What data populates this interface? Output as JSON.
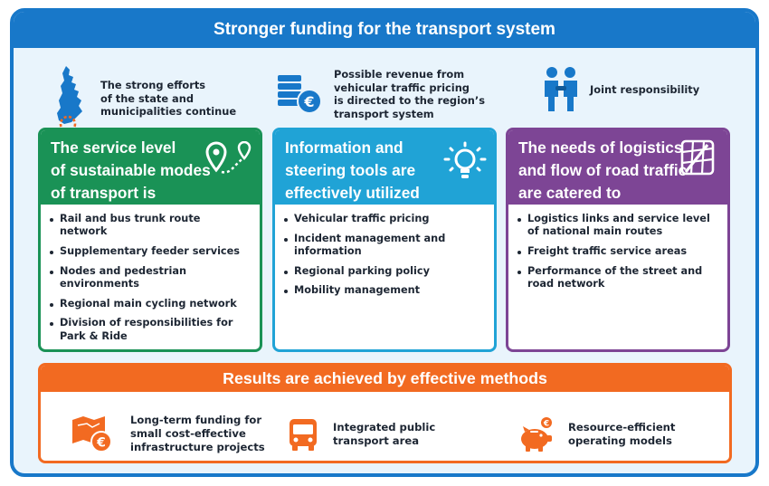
{
  "title": "Stronger funding for the transport system",
  "intro": [
    {
      "icon": "finland-map-icon",
      "lines": [
        "The strong efforts",
        "of the state and",
        "municipalities continue"
      ]
    },
    {
      "icon": "euro-coins-icon",
      "lines": [
        "Possible revenue from",
        "vehicular traffic pricing",
        "is directed to the region’s",
        "transport system"
      ]
    },
    {
      "icon": "handshake-people-icon",
      "lines": [
        "Joint responsibility"
      ]
    }
  ],
  "columns": [
    {
      "title_lines": [
        "The service level",
        "of sustainable modes",
        "of transport is improved"
      ],
      "icon": "route-pins-icon",
      "items": [
        [
          "Rail and bus trunk route network"
        ],
        [
          "Supplementary feeder services"
        ],
        [
          "Nodes and pedestrian",
          "environments"
        ],
        [
          "Regional main cycling network"
        ],
        [
          "Division of responsibilities for",
          "Park & Ride"
        ]
      ]
    },
    {
      "title_lines": [
        "Information and",
        "steering tools are",
        "effectively utilized"
      ],
      "icon": "lightbulb-icon",
      "items": [
        [
          "Vehicular traffic pricing"
        ],
        [
          "Incident management and",
          "information"
        ],
        [
          "Regional parking policy"
        ],
        [
          "Mobility management"
        ]
      ]
    },
    {
      "title_lines": [
        "The needs of logistics",
        "and flow of road traffic",
        "are catered to"
      ],
      "icon": "street-map-icon",
      "items": [
        [
          "Logistics links and service level",
          "of national main routes"
        ],
        [
          "Freight traffic service areas"
        ],
        [
          "Performance of the street and",
          "road network"
        ]
      ]
    }
  ],
  "results": {
    "title": "Results are achieved by effective methods",
    "items": [
      {
        "icon": "euro-funding-map-icon",
        "lines": [
          "Long-term funding for",
          "small cost-effective",
          "infrastructure projects"
        ]
      },
      {
        "icon": "bus-icon",
        "lines": [
          "Integrated public",
          "transport area"
        ]
      },
      {
        "icon": "piggy-bank-icon",
        "lines": [
          "Resource-efficient",
          "operating models"
        ]
      }
    ]
  },
  "colors": {
    "frame": "#1878c9",
    "green": "#1a9256",
    "blue": "#20a3d6",
    "purple": "#7d4595",
    "orange": "#f26a21"
  }
}
